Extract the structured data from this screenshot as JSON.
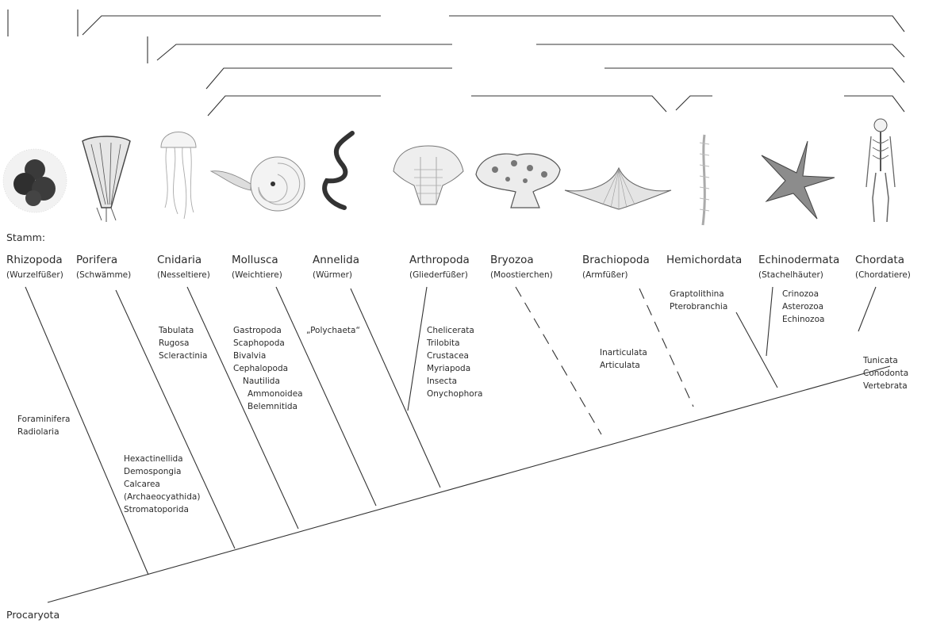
{
  "stamm_label": "Stamm:",
  "root_label": "Procaryota",
  "colors": {
    "line": "#333333",
    "text": "#2b2b2b",
    "illustration": "#555555"
  },
  "phyla": [
    {
      "name": "Rhizopoda",
      "common": "(Wurzelfüßer)",
      "groups": [
        "Foraminifera",
        "Radiolaria"
      ],
      "icon": "radiolarian-foraminifera-icon"
    },
    {
      "name": "Porifera",
      "common": "(Schwämme)",
      "groups": [
        "Hexactinellida",
        "Demospongia",
        "Calcarea",
        "(Archaeocyathida)",
        "Stromatoporida"
      ],
      "icon": "sponge-icon"
    },
    {
      "name": "Cnidaria",
      "common": "(Nesseltiere)",
      "groups": [
        "Tabulata",
        "Rugosa",
        "Scleractinia"
      ],
      "icon": "jellyfish-icon"
    },
    {
      "name": "Mollusca",
      "common": "(Weichtiere)",
      "groups": [
        "Gastropoda",
        "Scaphopoda",
        "Bivalvia",
        "Cephalopoda",
        "Nautilida",
        "Ammonoidea",
        "Belemnitida"
      ],
      "icon": "nautilus-icon"
    },
    {
      "name": "Annelida",
      "common": "(Würmer)",
      "groups": [
        "„Polychaeta“"
      ],
      "icon": "worm-icon"
    },
    {
      "name": "Arthropoda",
      "common": "(Gliederfüßer)",
      "groups": [
        "Chelicerata",
        "Trilobita",
        "Crustacea",
        "Myriapoda",
        "Insecta",
        "Onychophora"
      ],
      "icon": "trilobite-icon"
    },
    {
      "name": "Bryozoa",
      "common": "(Moostierchen)",
      "groups": [],
      "icon": "bryozoan-icon"
    },
    {
      "name": "Brachiopoda",
      "common": "(Armfüßer)",
      "groups": [
        "Inarticulata",
        "Articulata"
      ],
      "icon": "brachiopod-shell-icon"
    },
    {
      "name": "Hemichordata",
      "common": "",
      "groups": [
        "Graptolithina",
        "Pterobranchia"
      ],
      "icon": "graptolite-icon"
    },
    {
      "name": "Echinodermata",
      "common": "(Stachelhäuter)",
      "groups": [
        "Crinozoa",
        "Asterozoa",
        "Echinozoa"
      ],
      "icon": "starfish-icon"
    },
    {
      "name": "Chordata",
      "common": "(Chordatiere)",
      "groups": [
        "Tunicata",
        "Conodonta",
        "Vertebrata"
      ],
      "icon": "skeleton-icon"
    }
  ]
}
